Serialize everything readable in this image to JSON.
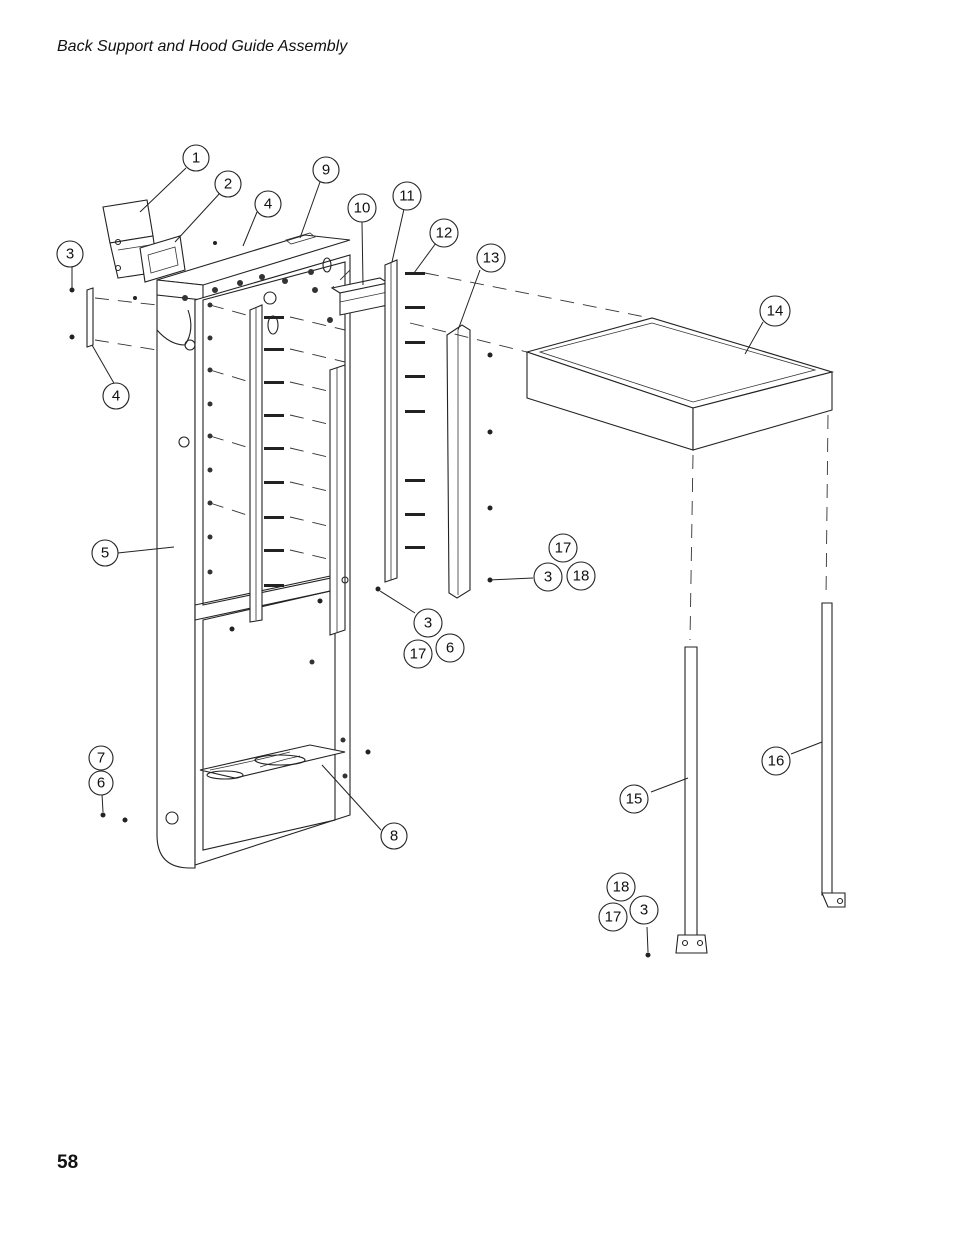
{
  "page": {
    "title": "Back Support and Hood Guide Assembly",
    "number": "58"
  },
  "callouts": [
    {
      "id": "c1",
      "label": "1"
    },
    {
      "id": "c2",
      "label": "2"
    },
    {
      "id": "c3a",
      "label": "3"
    },
    {
      "id": "c4a",
      "label": "4"
    },
    {
      "id": "c4b",
      "label": "4"
    },
    {
      "id": "c5",
      "label": "5"
    },
    {
      "id": "c9",
      "label": "9"
    },
    {
      "id": "c10",
      "label": "10"
    },
    {
      "id": "c11",
      "label": "11"
    },
    {
      "id": "c12",
      "label": "12"
    },
    {
      "id": "c13",
      "label": "13"
    },
    {
      "id": "c14",
      "label": "14"
    },
    {
      "id": "c17a",
      "label": "17"
    },
    {
      "id": "c3b",
      "label": "3"
    },
    {
      "id": "c18a",
      "label": "18"
    },
    {
      "id": "c3c",
      "label": "3"
    },
    {
      "id": "c17b",
      "label": "17"
    },
    {
      "id": "c6a",
      "label": "6"
    },
    {
      "id": "c7",
      "label": "7"
    },
    {
      "id": "c6b",
      "label": "6"
    },
    {
      "id": "c8",
      "label": "8"
    },
    {
      "id": "c16",
      "label": "16"
    },
    {
      "id": "c15",
      "label": "15"
    },
    {
      "id": "c18b",
      "label": "18"
    },
    {
      "id": "c17c",
      "label": "17"
    },
    {
      "id": "c3d",
      "label": "3"
    }
  ]
}
